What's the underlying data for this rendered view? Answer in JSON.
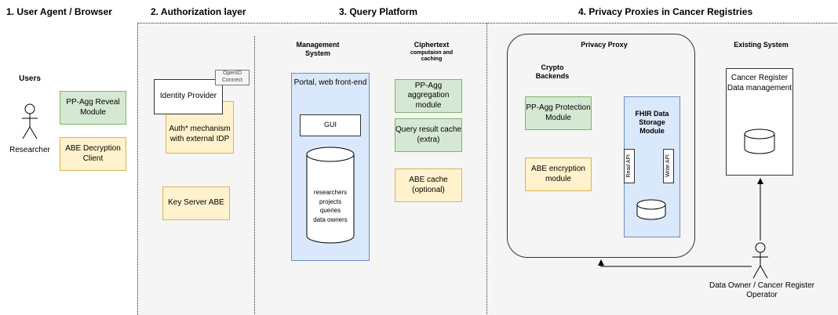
{
  "sections": {
    "user_agent": "1. User Agent / Browser",
    "authorization": "2. Authorization layer",
    "query_platform": "3. Query Platform",
    "privacy_proxies": "4. Privacy Proxies in Cancer Registries"
  },
  "user_agent": {
    "users_label": "Users",
    "actor_label": "Researcher",
    "reveal_module": "PP-Agg Reveal Module",
    "abe_client": "ABE Decryption Client"
  },
  "authorization": {
    "openid": "OpenID Connect",
    "identity_provider": "Identity Provider",
    "auth_mechanism": "Auth* mechanism with external IDP",
    "key_server": "Key Server ABE"
  },
  "query_platform": {
    "management_title": "Management System",
    "portal": "Portal, web front-end",
    "gui": "GUI",
    "db_contents": [
      "researchers",
      "projects",
      "queries",
      "data owners"
    ],
    "ciphertext_title": "Ciphertext",
    "ciphertext_sub": "computaion and caching",
    "aggregation_module": "PP-Agg aggregation module",
    "query_cache": "Query result cache (extra)",
    "abe_cache": "ABE cache (optional)"
  },
  "privacy_proxies": {
    "privacy_proxy": "Privacy Proxy",
    "crypto_backends": "Crypto Backends",
    "protection_module": "PP-Agg Protection Module",
    "abe_encryption": "ABE encryption module",
    "fhir_title": "FHIR Data Storage Module",
    "read_api": "Read API",
    "write_api": "Write API",
    "existing_system": "Existing System",
    "cancer_register": "Cancer Register Data management",
    "operator": "Data Owner / Cancer Register Operator"
  },
  "colors": {
    "green_fill": "#d5e8d4",
    "yellow_fill": "#fff2cc",
    "blue_fill": "#dae8fc",
    "region_fill": "#f5f5f5"
  }
}
